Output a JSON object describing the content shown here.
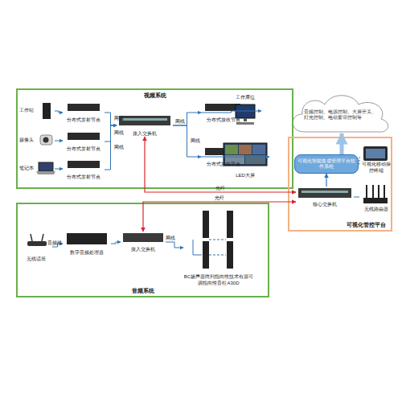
{
  "diagram": {
    "nodes": [
      {
        "text": [
          "视频系统"
        ]
      },
      {
        "text": [
          "工作站"
        ],
        "in": 0
      },
      {
        "text": [
          "摄像头"
        ],
        "in": 0
      },
      {
        "text": [
          "笔记本"
        ],
        "in": 0
      },
      {
        "text": [
          "分布式发射节点"
        ],
        "in": 0
      },
      {
        "text": [
          "分布式发射节点"
        ],
        "in": 0
      },
      {
        "text": [
          "分布式发射节点"
        ],
        "in": 0
      },
      {
        "text": [
          "接入交换机"
        ],
        "in": 0
      },
      {
        "text": [
          "分布式接收节点"
        ],
        "in": 0
      },
      {
        "text": [
          "分布式接收节点"
        ],
        "in": 0
      },
      {
        "text": [
          "工作席位"
        ],
        "in": 0
      },
      {
        "text": [
          "LED大屏"
        ],
        "in": 0
      },
      {
        "text": [
          "音频系统"
        ]
      },
      {
        "text": [
          "无线话筒"
        ],
        "in": 12
      },
      {
        "text": [
          "数字音频处理器"
        ],
        "in": 12
      },
      {
        "text": [
          "接入交换机"
        ],
        "in": 12
      },
      {
        "text": [
          "BC扬声器阵列指向性技术有源可调指向性音柱A30D"
        ],
        "in": 12
      },
      {
        "text": [
          "音频控制、电源控制、大屏开关、灯光控制、电动窗帘控制等"
        ]
      },
      {
        "text": [
          "可视化管控平台"
        ]
      },
      {
        "text": [
          "可视化智能集成管理平台软件系统"
        ],
        "in": 18
      },
      {
        "text": [
          "可视化移动操控终端"
        ],
        "in": 18
      },
      {
        "text": [
          "核心交换机"
        ],
        "in": 18
      },
      {
        "text": [
          "无线路由器"
        ],
        "in": 18
      }
    ],
    "edges": [
      {
        "from": 1,
        "to": 4,
        "arrow": "to"
      },
      {
        "from": 2,
        "to": 5,
        "arrow": "to"
      },
      {
        "from": 3,
        "to": 6,
        "arrow": "to"
      },
      {
        "from": 4,
        "to": 7,
        "label": "网线",
        "arrow": "to"
      },
      {
        "from": 5,
        "to": 7,
        "label": "网线",
        "arrow": "to"
      },
      {
        "from": 6,
        "to": 7,
        "label": "网线",
        "arrow": "to"
      },
      {
        "from": 7,
        "to": 8,
        "label": "网线",
        "arrow": "to"
      },
      {
        "from": 7,
        "to": 9,
        "label": "网线",
        "arrow": "to"
      },
      {
        "from": 8,
        "to": 10,
        "arrow": "to"
      },
      {
        "from": 9,
        "to": 11,
        "arrow": "to"
      },
      {
        "from": 7,
        "to": 21,
        "label": "光纤",
        "arrow": "both"
      },
      {
        "from": 13,
        "to": 14,
        "label": "音频线",
        "arrow": "to"
      },
      {
        "from": 14,
        "to": 15,
        "arrow": "to"
      },
      {
        "from": 15,
        "to": 16,
        "label": "网线",
        "arrow": "to"
      },
      {
        "from": 15,
        "to": 21,
        "label": "光纤",
        "arrow": "both"
      },
      {
        "from": 21,
        "to": 19,
        "arrow": "to"
      },
      {
        "from": 19,
        "to": 17,
        "arrow": "to"
      },
      {
        "from": 20,
        "to": 19,
        "arrow": "none"
      },
      {
        "from": 21,
        "to": 22,
        "arrow": "none"
      }
    ]
  }
}
